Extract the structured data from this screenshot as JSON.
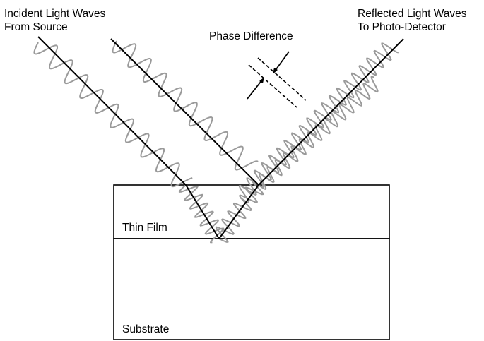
{
  "labels": {
    "incident_line1": "Incident Light Waves",
    "incident_line2": "From Source",
    "reflected_line1": "Reflected Light Waves",
    "reflected_line2": "To Photo-Detector",
    "phase_difference": "Phase Difference",
    "thin_film": "Thin Film",
    "substrate": "Substrate"
  },
  "colors": {
    "ray": "#000000",
    "wave": "#9a9a9a",
    "layer_border": "#000000",
    "background": "#ffffff"
  }
}
